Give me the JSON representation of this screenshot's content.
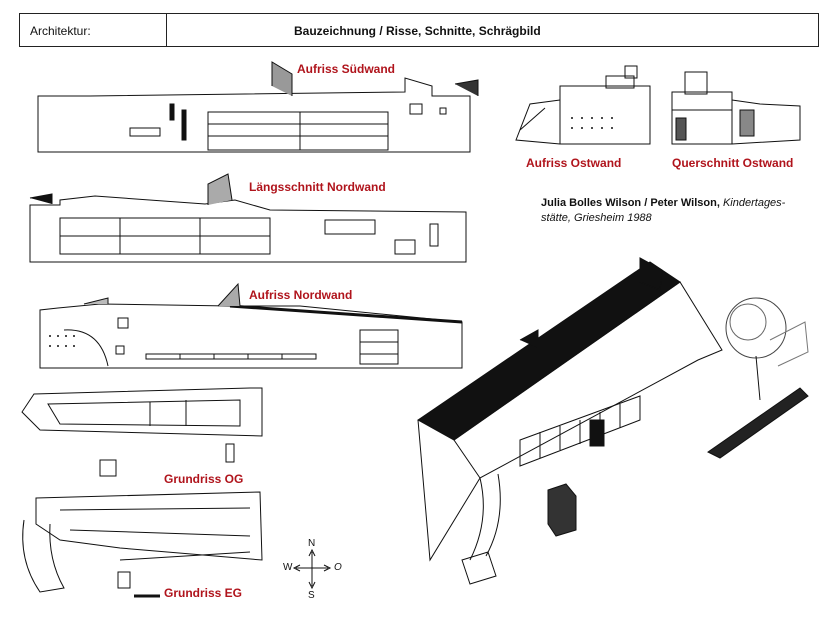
{
  "header": {
    "category_label": "Architektur:",
    "title": "Bauzeichnung / Risse, Schnitte, Schrägbild"
  },
  "drawing_labels": {
    "south_elevation": "Aufriss Südwand",
    "east_elevation": "Aufriss Ostwand",
    "east_cross_section": "Querschnitt Ostwand",
    "north_long_section": "Längsschnitt Nordwand",
    "north_elevation": "Aufriss Nordwand",
    "floor_plan_upper": "Grundriss OG",
    "floor_plan_ground": "Grundriss EG"
  },
  "credit": {
    "architects": "Julia Bolles Wilson / Peter Wilson,",
    "project_line1": "Kindertages-",
    "project_line2": "stätte, Griesheim 1988"
  },
  "compass": {
    "north": "N",
    "south": "S",
    "west": "W",
    "east": "O"
  },
  "colors": {
    "label_red": "#b0141c",
    "ink": "#111111"
  }
}
